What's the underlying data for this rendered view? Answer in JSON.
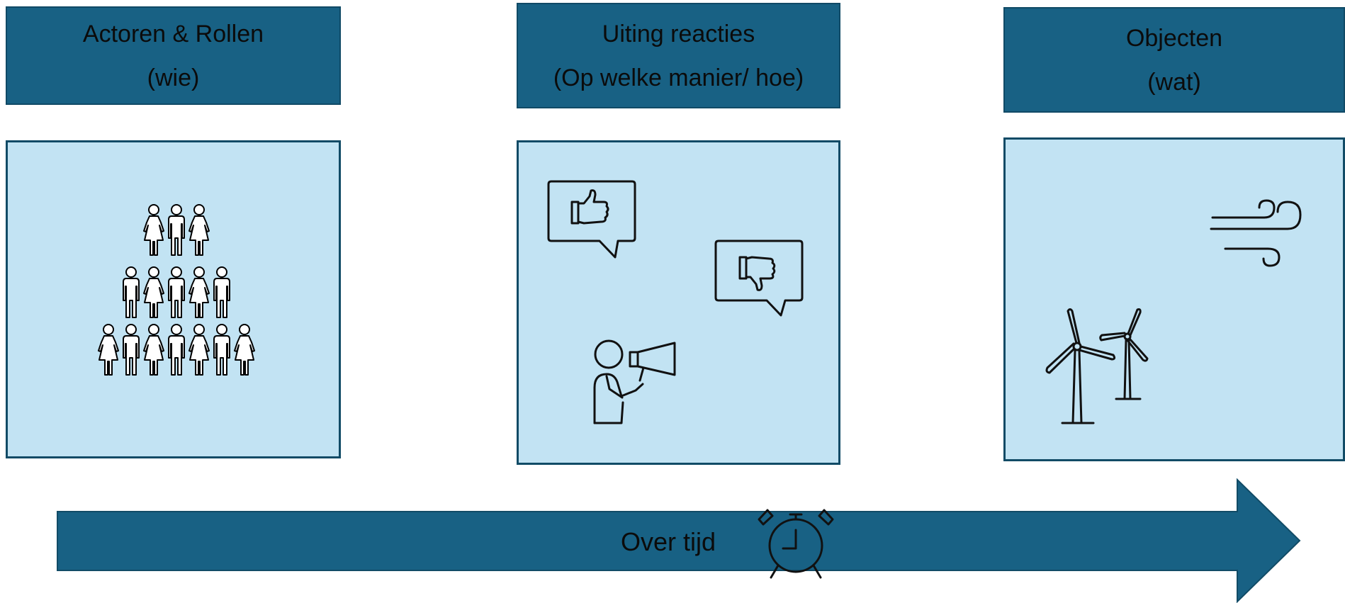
{
  "columns": [
    {
      "title": "Actoren & Rollen",
      "subtitle": "(wie)",
      "icons": [
        "group-of-people-icon"
      ]
    },
    {
      "title": "Uiting reacties",
      "subtitle": "(Op welke manier/ hoe)",
      "icons": [
        "thumbs-up-speech-bubble-icon",
        "thumbs-down-speech-bubble-icon",
        "person-with-megaphone-icon"
      ]
    },
    {
      "title": "Objecten",
      "subtitle": "(wat)",
      "icons": [
        "wind-icon",
        "wind-turbines-icon"
      ]
    }
  ],
  "timeline": {
    "label": "Over tijd",
    "icon": "alarm-clock-icon"
  },
  "colors": {
    "header": "#186184",
    "panel": "#c2e3f3",
    "border": "#114b66",
    "arrow": "#186184",
    "text": "#0b0b0b"
  }
}
